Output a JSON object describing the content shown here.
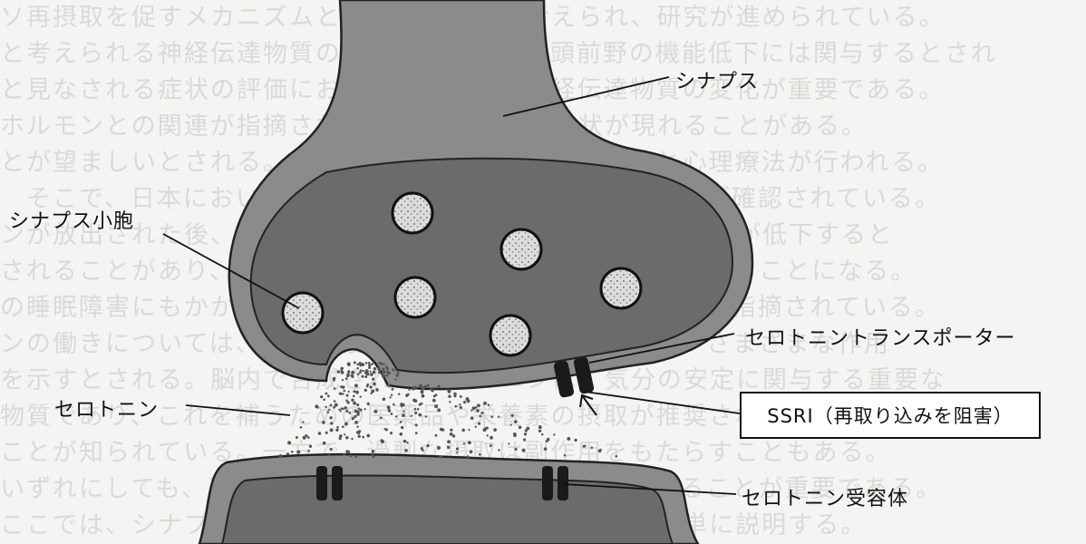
{
  "labels": {
    "synapse": "シナプス",
    "vesicle": "シナプス小胞",
    "serotonin": "セロトニン",
    "transporter": "セロトニントランスポーター",
    "ssri": "SSRI（再取り込みを阻害）",
    "receptor": "セロトニン受容体"
  },
  "colors": {
    "membrane": "#888888",
    "interior": "#6a6a6a",
    "vesicle_fill": "#d8d8d8",
    "transporter": "#1a1a1a"
  }
}
